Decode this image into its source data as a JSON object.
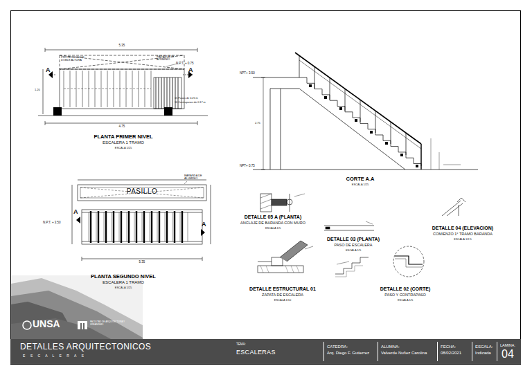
{
  "diagram": {
    "nodes": [
      {
        "text": [
          "DETALLES ARQUITECTONICOS",
          "E S C A L E R A S"
        ]
      },
      {
        "text": [
          "TEMA:",
          "ESCALERAS"
        ],
        "in": 0
      },
      {
        "text": [
          "CATEDRA:",
          "Arq. Diego F. Gutierrez"
        ],
        "in": 0
      },
      {
        "text": [
          "ALUMNA:",
          "Valverde Nuñez Carolina"
        ],
        "in": 0
      },
      {
        "text": [
          "FECHA:",
          "08/02/2021"
        ],
        "in": 0
      },
      {
        "text": [
          "ESCALA:",
          "Indicada"
        ],
        "in": 0
      },
      {
        "text": [
          "LAMINA:",
          "04"
        ],
        "in": 0
      }
    ],
    "labels": [
      "5.35",
      "PROYECCION DE DOBLE ALTURA",
      "BARANDA DE ALUMINIO",
      "N.P.T. + 0.75",
      "A",
      "A",
      "1.20",
      "15 Pasos de 0.25 m",
      "16 Contrapasos de 0.17 m",
      "4.75",
      "PLANTA PRIMER NIVEL",
      "ESCALERA 1 TRAMO",
      "ESCALA 1/25",
      "PASILLO",
      "BARANDA DE ALUMINIO",
      "N.P.T. + 3.50",
      "A",
      "A",
      "5.35",
      "PLANTA SEGUNDO NIVEL",
      "ESCALERA 1 TRAMO",
      "ESCALA 1/25",
      "NPT+ 3.50",
      "2.75",
      "NPT+ 0.75",
      "CORTE A.A",
      "ESCALA 1/25",
      "DETALLE 05 A (PLANTA)",
      "ANCLAJE DE BARANDA CON MURO",
      "ESCALA 1/5",
      "DETALLE 03 (PLANTA)",
      "PASO DE ESCALERA",
      "ESCALA 1/5",
      "DETALLE 04 (ELEVACION)",
      "COMIENZO 1° TRAMO BARANDA",
      "ESCALA 1/2.5",
      "DETALLE ESTRUCTURAL 01",
      "ZAPATA DE ESCALERA",
      "ESCALA 1/10",
      "DETALLE 02 (CORTE)",
      "PASO Y CONTRAPASO",
      "ESCALA 1/5",
      "UNSA",
      "FACULTAD DE ARQUITECTURA Y URBANISMO"
    ]
  }
}
